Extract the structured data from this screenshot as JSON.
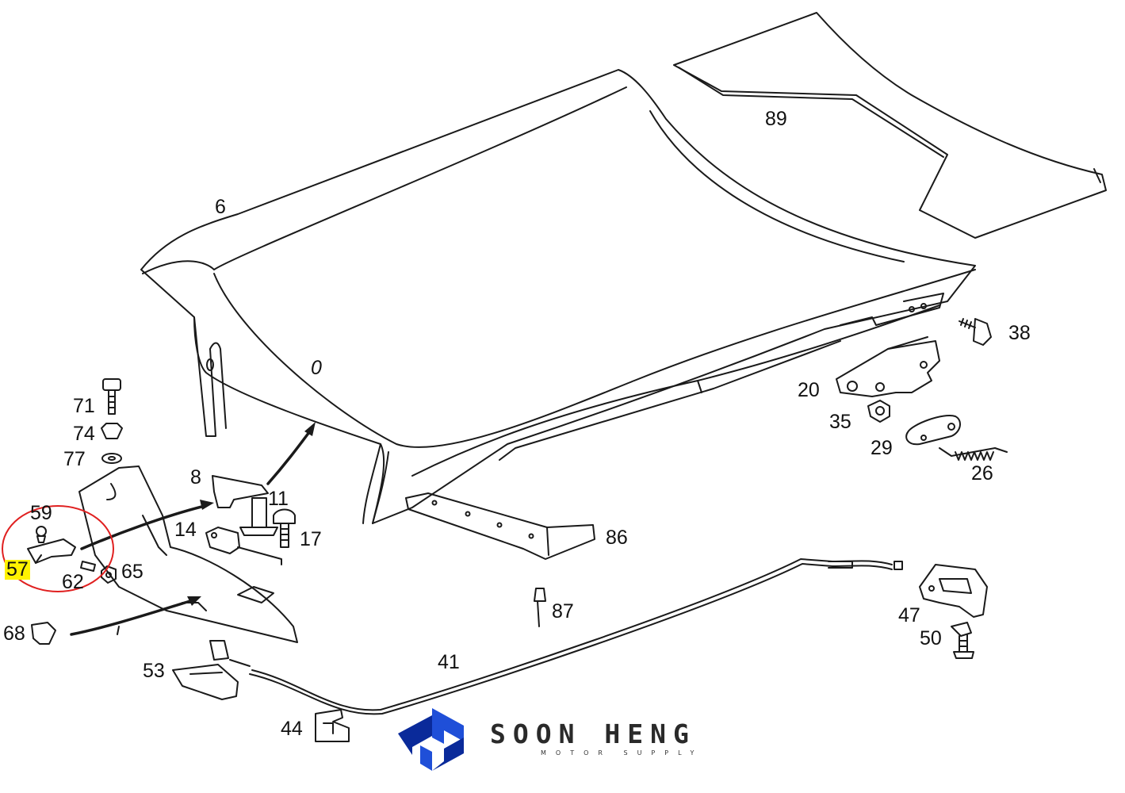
{
  "diagram": {
    "highlighted_part": "57",
    "callouts": {
      "p6": "6",
      "p89": "89",
      "p38": "38",
      "p20": "20",
      "p35": "35",
      "p29": "29",
      "p26": "26",
      "p0": "0",
      "p71": "71",
      "p74": "74",
      "p77": "77",
      "p8": "8",
      "p11": "11",
      "p17": "17",
      "p14": "14",
      "p59": "59",
      "p57": "57",
      "p62": "62",
      "p65": "65",
      "p68": "68",
      "p86": "86",
      "p87": "87",
      "p47": "47",
      "p50": "50",
      "p41": "41",
      "p53": "53",
      "p44": "44"
    }
  },
  "brand": {
    "name": "SOON HENG",
    "tagline": "MOTOR SUPPLY",
    "colors": {
      "logo_blue": "#1f4fd8",
      "logo_dark": "#0a2a9a",
      "text": "#2a2a2a"
    }
  },
  "colors": {
    "highlight_circle": "#e02020",
    "highlight_fill": "#fff200",
    "line": "#1a1a1a"
  }
}
